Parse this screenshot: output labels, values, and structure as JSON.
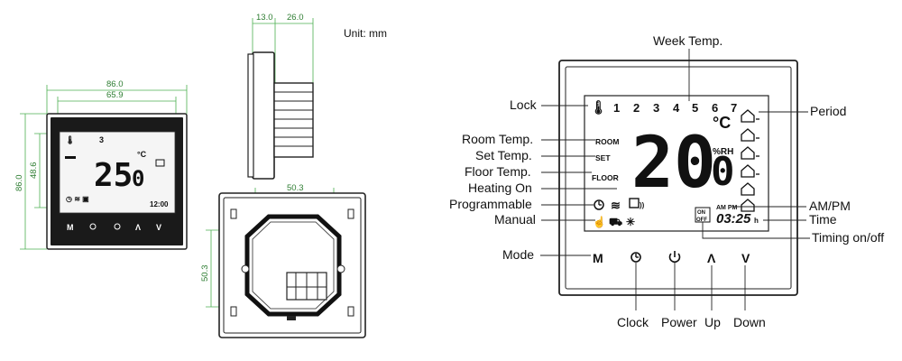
{
  "unit_note": "Unit: mm",
  "dims": {
    "width": "86.0",
    "screen_width": "65.9",
    "height": "86.0",
    "screen_height": "48.6",
    "depth_front": "13.0",
    "depth_back": "26.0",
    "box_width": "50.3",
    "box_height": "50.3"
  },
  "small_display": {
    "digit": "3",
    "temp": "25",
    "temp_dec": "0",
    "unit": "°C",
    "time": "12:00"
  },
  "large_display": {
    "days": [
      "1",
      "2",
      "3",
      "4",
      "5",
      "6",
      "7"
    ],
    "unit": "°C",
    "temp": "20",
    "temp_dec": "0",
    "rh": "%RH",
    "room": "ROOM",
    "set": "SET",
    "floor": "FLOOR",
    "ampm": "AM PM",
    "time": "03:25",
    "time_suffix": "h",
    "timing_top": "ON",
    "timing_bottom": "OFF"
  },
  "callouts": {
    "week_temp": "Week Temp.",
    "lock": "Lock",
    "period": "Period",
    "room_temp": "Room Temp.",
    "set_temp": "Set Temp.",
    "floor_temp": "Floor Temp.",
    "heating_on": "Heating On",
    "programmable": "Programmable",
    "manual": "Manual",
    "am_pm": "AM/PM",
    "time": "Time",
    "timing": "Timing on/off",
    "mode": "Mode",
    "clock": "Clock",
    "power": "Power",
    "up": "Up",
    "down": "Down"
  },
  "buttons": {
    "mode": "M",
    "up": "Λ",
    "down": "V"
  }
}
